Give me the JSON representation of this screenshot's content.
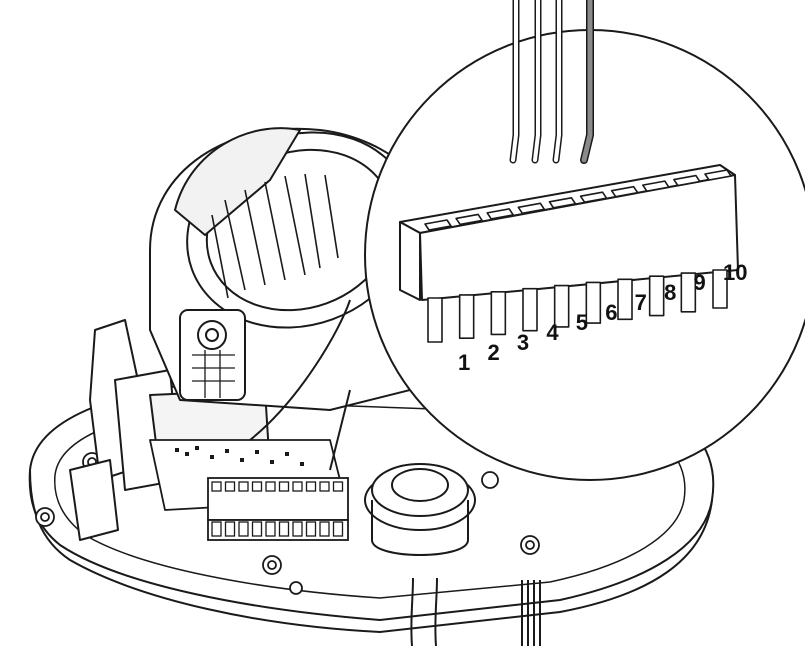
{
  "figure": {
    "pin_numbers": [
      "1",
      "2",
      "3",
      "4",
      "5",
      "6",
      "7",
      "8",
      "9",
      "10"
    ],
    "colors": {
      "line": "#1a1a1a",
      "fill": "#ffffff",
      "shade": "#e6e6e6",
      "gray_wire": "#8a8a8a",
      "dark_fill": "#333333"
    }
  }
}
